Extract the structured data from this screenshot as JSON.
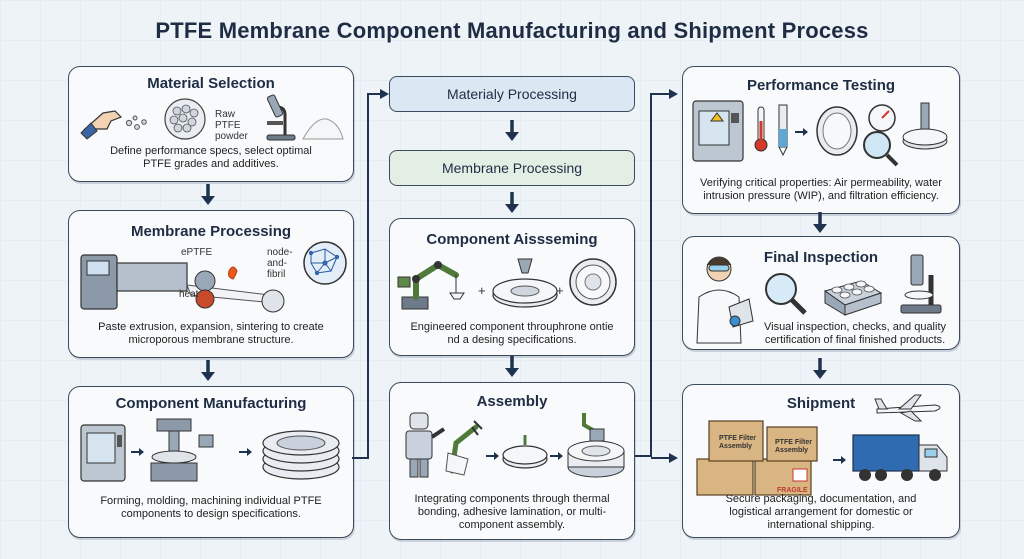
{
  "title": "PTFE Membrane Component Manufacturing and Shipment Process",
  "left": {
    "material_selection": {
      "title": "Material Selection",
      "raw_label": "Raw PTFE powder",
      "desc": "Define performance specs, select optimal PTFE grades and additives."
    },
    "membrane_processing": {
      "title": "Membrane Processing",
      "eptfe": "ePTFE",
      "node": "node-and-fibril",
      "heat": "heat",
      "desc": "Paste extrusion, expansion, sintering to create microporous membrane structure."
    },
    "component_manufacturing": {
      "title": "Component Manufacturing",
      "desc": "Forming, molding, machining individual PTFE components to design specifications."
    }
  },
  "middle": {
    "pill1": "Materialy Processing",
    "pill2": "Membrane Processing",
    "component_assembling": {
      "title": "Component Aissseming",
      "desc": "Engineered component throuphrone ontie nd a desing specifications."
    },
    "assembly": {
      "title": "Assembly",
      "desc": "Integrating components through thermal bonding, adhesive lamination, or multi-component assembly."
    }
  },
  "right": {
    "performance_testing": {
      "title": "Performance Testing",
      "desc": "Verifying critical properties: Air permeability, water intrusion pressure (WIP), and filtration efficiency."
    },
    "final_inspection": {
      "title": "Final Inspection",
      "desc": "Visual inspection,  checks, and quality certification of final finished products."
    },
    "shipment": {
      "title": "Shipment",
      "box_label": "PTFE Filter Assembly",
      "fragile": "FRAGILE",
      "desc": "Secure packaging, documentation, and logistical arrangement for domestic or international shipping."
    }
  },
  "colors": {
    "pill_blue": "#dbe8f4",
    "pill_green": "#e3efe4",
    "arrow": "#1f3350",
    "heat": "#e8591a",
    "box": "#d8b583"
  }
}
